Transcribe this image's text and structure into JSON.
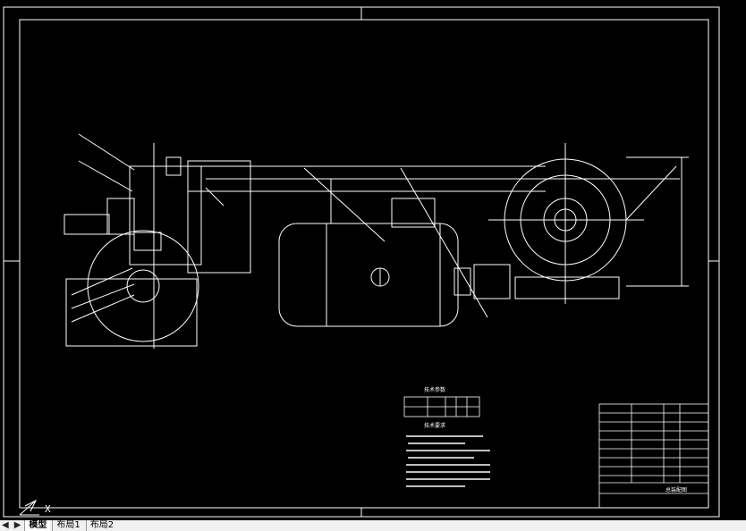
{
  "app": {
    "name": "CAD drawing viewer"
  },
  "drawing": {
    "params_title": "技术参数",
    "requirements_title": "技术要求",
    "title_block_name": "总装配图"
  },
  "ucs": {
    "axis_label": "X"
  },
  "tabs": {
    "model": "模型",
    "layout1": "布局1",
    "layout2": "布局2"
  },
  "colors": {
    "background": "#000000",
    "lines": "#ffffff",
    "tabbar": "#f0f0f0"
  }
}
